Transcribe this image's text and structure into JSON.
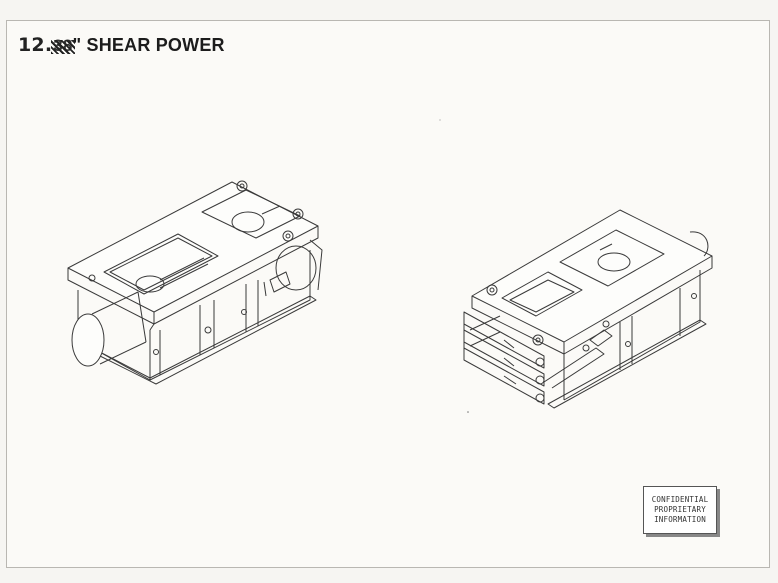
{
  "document": {
    "title_handwritten": "12.",
    "title_struck": "38",
    "title_text": "\" SHEAR POWER"
  },
  "stamp": {
    "line1": "CONFIDENTIAL",
    "line2": "PROPRIETARY",
    "line3": "INFORMATION"
  },
  "figures": [
    {
      "name": "shear-power-view-left",
      "description_icon": "isometric-shear-assembly"
    },
    {
      "name": "shear-power-view-right",
      "description_icon": "isometric-shear-assembly-reverse"
    }
  ],
  "colors": {
    "line": "#3a3a3a",
    "paper": "#fbfaf7"
  }
}
